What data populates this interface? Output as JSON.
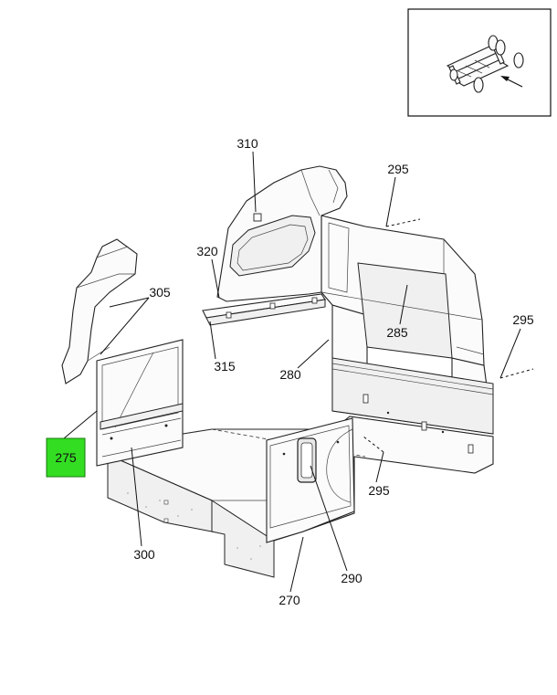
{
  "callouts": [
    {
      "id": "310",
      "label": "310",
      "highlighted": false
    },
    {
      "id": "295a",
      "label": "295",
      "highlighted": false
    },
    {
      "id": "320",
      "label": "320",
      "highlighted": false
    },
    {
      "id": "305",
      "label": "305",
      "highlighted": false
    },
    {
      "id": "295b",
      "label": "295",
      "highlighted": false
    },
    {
      "id": "285",
      "label": "285",
      "highlighted": false
    },
    {
      "id": "315",
      "label": "315",
      "highlighted": false
    },
    {
      "id": "280",
      "label": "280",
      "highlighted": false
    },
    {
      "id": "275",
      "label": "275",
      "highlighted": true
    },
    {
      "id": "295c",
      "label": "295",
      "highlighted": false
    },
    {
      "id": "300",
      "label": "300",
      "highlighted": false
    },
    {
      "id": "290",
      "label": "290",
      "highlighted": false
    },
    {
      "id": "270",
      "label": "270",
      "highlighted": false
    }
  ],
  "highlight_color": "#33dd22",
  "inset": {
    "icon": "vehicle-chassis-locator-icon"
  }
}
